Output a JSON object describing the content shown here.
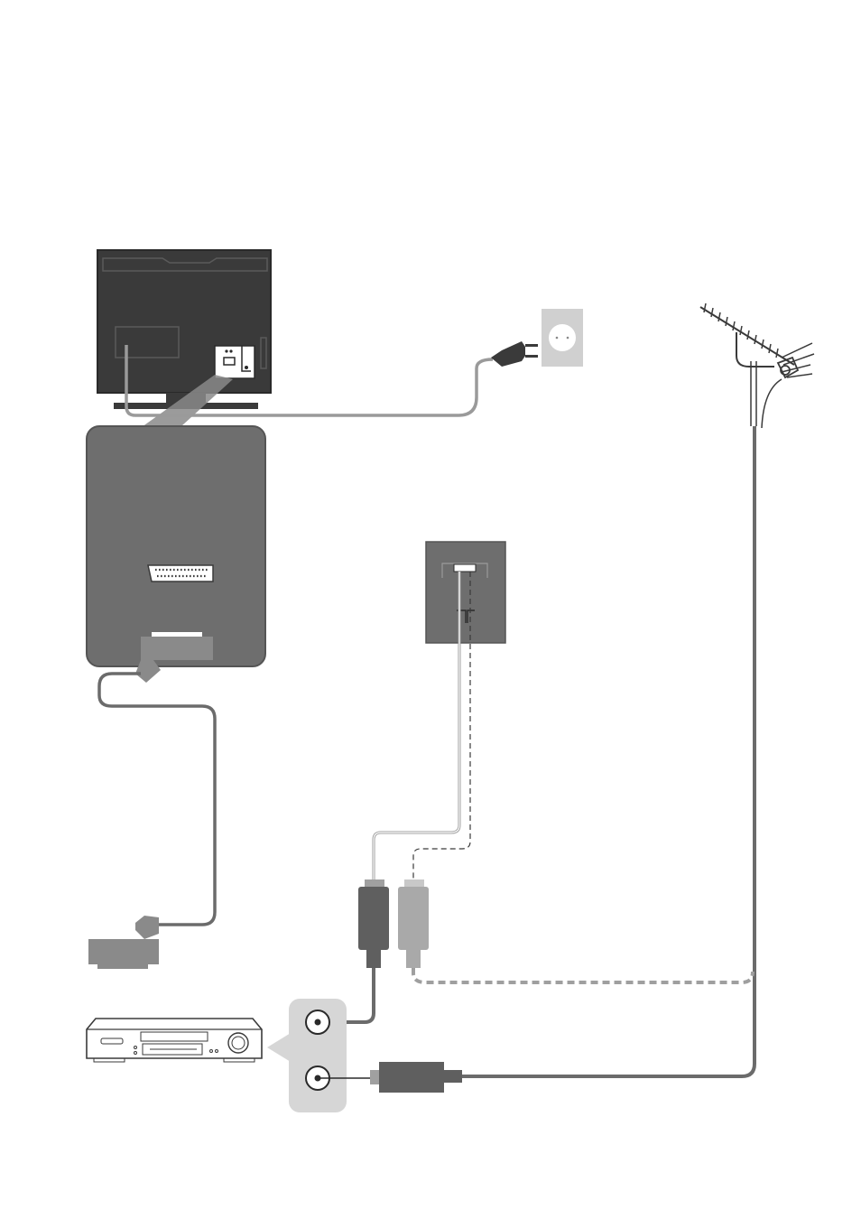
{
  "diagram": {
    "description_visible_text": [],
    "colors": {
      "background": "#ffffff",
      "device_dark": "#3a3a3a",
      "panel_grey": "#6e6e6e",
      "connector_dark": "#5f5f5f",
      "connector_light": "#a9a9a9",
      "cable_dark": "#6b6b6b",
      "cable_light": "#9f9f9f",
      "callout_grey": "#d6d6d6",
      "outlet_grey": "#d0d0d0"
    },
    "components": [
      {
        "id": "tv",
        "icon": "television-rear-icon"
      },
      {
        "id": "tv-scart-panel",
        "icon": "scart-socket-icon"
      },
      {
        "id": "mains-plug",
        "icon": "power-plug-icon"
      },
      {
        "id": "wall-outlet",
        "icon": "wall-socket-icon"
      },
      {
        "id": "antenna",
        "icon": "antenna-icon"
      },
      {
        "id": "tv-aerial-socket-panel",
        "icon": "rf-socket-icon"
      },
      {
        "id": "scart-plug-top",
        "icon": "scart-plug-icon"
      },
      {
        "id": "scart-plug-bottom",
        "icon": "scart-plug-icon"
      },
      {
        "id": "rf-plug-dark",
        "icon": "rf-plug-icon"
      },
      {
        "id": "rf-plug-light",
        "icon": "rf-plug-icon"
      },
      {
        "id": "recorder",
        "icon": "vcr-icon"
      },
      {
        "id": "recorder-rf-in",
        "icon": "rf-jack-icon"
      },
      {
        "id": "recorder-rf-out",
        "icon": "rf-jack-icon"
      },
      {
        "id": "aerial-plug",
        "icon": "rf-plug-icon"
      }
    ]
  }
}
